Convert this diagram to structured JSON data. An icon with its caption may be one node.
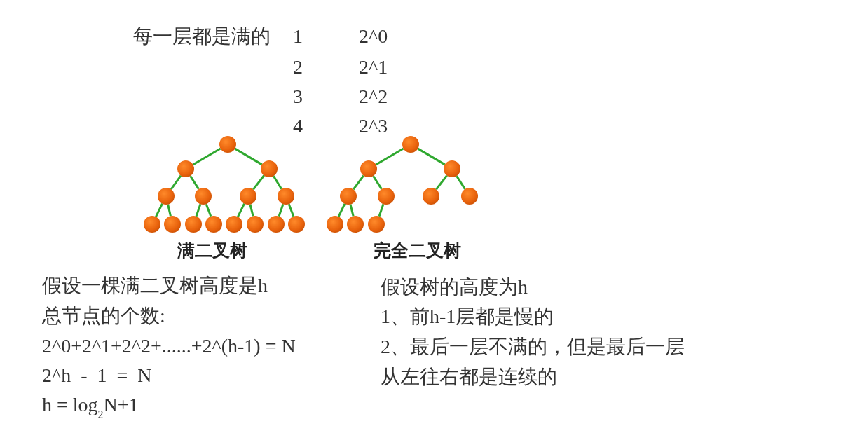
{
  "diagram": {
    "nodes": [
      {
        "text": [],
        "shape": "circle"
      },
      {
        "text": [],
        "shape": "circle"
      },
      {
        "text": [],
        "shape": "circle"
      },
      {
        "text": [],
        "shape": "circle"
      },
      {
        "text": [],
        "shape": "circle"
      },
      {
        "text": [],
        "shape": "circle"
      },
      {
        "text": [],
        "shape": "circle"
      },
      {
        "text": [],
        "shape": "circle"
      },
      {
        "text": [],
        "shape": "circle"
      },
      {
        "text": [],
        "shape": "circle"
      },
      {
        "text": [],
        "shape": "circle"
      },
      {
        "text": [],
        "shape": "circle"
      },
      {
        "text": [],
        "shape": "circle"
      },
      {
        "text": [],
        "shape": "circle"
      },
      {
        "text": [],
        "shape": "circle"
      },
      {
        "text": [],
        "shape": "circle"
      },
      {
        "text": [],
        "shape": "circle"
      },
      {
        "text": [],
        "shape": "circle"
      },
      {
        "text": [],
        "shape": "circle"
      },
      {
        "text": [],
        "shape": "circle"
      },
      {
        "text": [],
        "shape": "circle"
      },
      {
        "text": [],
        "shape": "circle"
      },
      {
        "text": [],
        "shape": "circle"
      },
      {
        "text": [],
        "shape": "circle"
      },
      {
        "text": [],
        "shape": "circle"
      }
    ],
    "edges": [
      {
        "from": 0,
        "to": 1,
        "arrow": "none"
      },
      {
        "from": 0,
        "to": 2,
        "arrow": "none"
      },
      {
        "from": 1,
        "to": 3,
        "arrow": "none"
      },
      {
        "from": 1,
        "to": 4,
        "arrow": "none"
      },
      {
        "from": 2,
        "to": 5,
        "arrow": "none"
      },
      {
        "from": 2,
        "to": 6,
        "arrow": "none"
      },
      {
        "from": 3,
        "to": 7,
        "arrow": "none"
      },
      {
        "from": 3,
        "to": 8,
        "arrow": "none"
      },
      {
        "from": 4,
        "to": 9,
        "arrow": "none"
      },
      {
        "from": 4,
        "to": 10,
        "arrow": "none"
      },
      {
        "from": 5,
        "to": 11,
        "arrow": "none"
      },
      {
        "from": 5,
        "to": 12,
        "arrow": "none"
      },
      {
        "from": 6,
        "to": 13,
        "arrow": "none"
      },
      {
        "from": 6,
        "to": 14,
        "arrow": "none"
      },
      {
        "from": 15,
        "to": 16,
        "arrow": "none"
      },
      {
        "from": 15,
        "to": 17,
        "arrow": "none"
      },
      {
        "from": 16,
        "to": 18,
        "arrow": "none"
      },
      {
        "from": 16,
        "to": 19,
        "arrow": "none"
      },
      {
        "from": 17,
        "to": 20,
        "arrow": "none"
      },
      {
        "from": 17,
        "to": 21,
        "arrow": "none"
      },
      {
        "from": 18,
        "to": 22,
        "arrow": "none"
      },
      {
        "from": 18,
        "to": 23,
        "arrow": "none"
      },
      {
        "from": 19,
        "to": 24,
        "arrow": "none"
      }
    ],
    "labels": [
      "每一层都是满的",
      "1",
      "2^0",
      "2",
      "2^1",
      "3",
      "2^2",
      "4",
      "2^3",
      "满二叉树",
      "完全二叉树",
      "假设一棵满二叉树高度是h",
      "总节点的个数:",
      "2^0+2^1+2^2+......+2^(h-1) = N",
      "2^h  -  1  =  N",
      "h = log$_{2}$N+1",
      "假设树的高度为h",
      "1、前h-1层都是慢的",
      "2、最后一层不满的，但是最后一层从左往右都是连续的"
    ]
  }
}
